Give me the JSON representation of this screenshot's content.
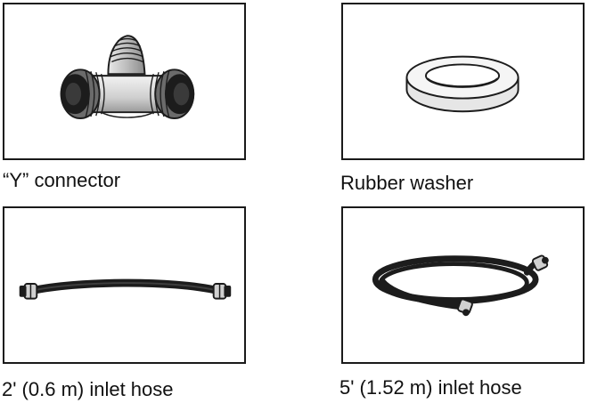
{
  "parts": [
    {
      "label": "“Y” connector",
      "icon": "y-connector-icon"
    },
    {
      "label": "Rubber washer",
      "icon": "rubber-washer-icon"
    },
    {
      "label": "2' (0.6 m) inlet hose",
      "icon": "short-inlet-hose-icon"
    },
    {
      "label": "5' (1.52 m) inlet hose",
      "icon": "long-inlet-hose-icon"
    }
  ],
  "colors": {
    "border": "#1a1a1a",
    "fitting_dark": "#1c1c1c",
    "fitting_mid": "#7a7a7a",
    "fitting_light": "#d8d8d8",
    "hose": "#222222"
  }
}
